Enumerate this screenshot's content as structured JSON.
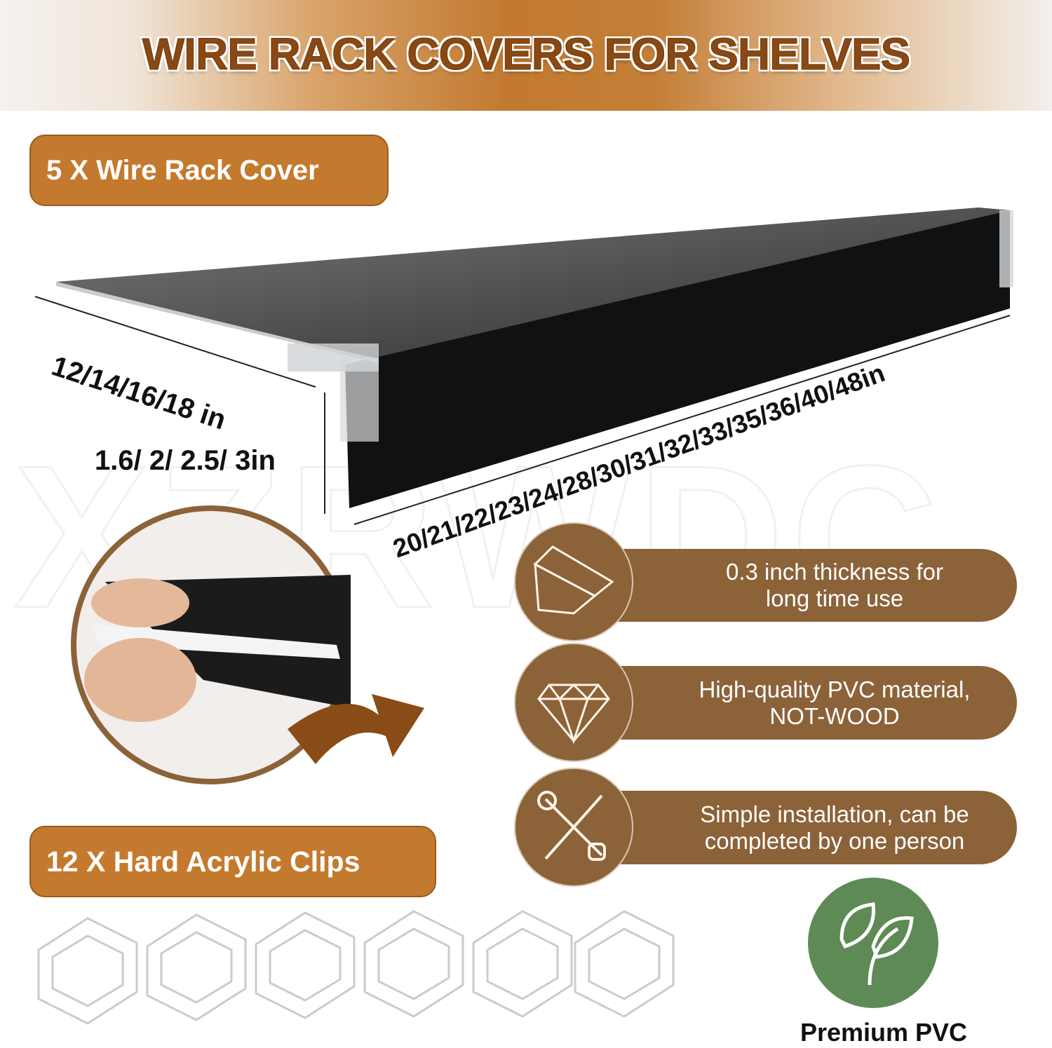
{
  "title": "WIRE RACK COVERS FOR SHELVES",
  "badges": {
    "covers": "5 X Wire Rack Cover",
    "clips": "12 X Hard Acrylic Clips"
  },
  "dimensions": {
    "depth": "12/14/16/18 in",
    "height": "1.6/ 2/ 2.5/ 3in",
    "length": "20/21/22/23/24/28/30/31/32/33/35/36/40/48in"
  },
  "watermark": "XZRWDC",
  "features": [
    {
      "icon": "shelf-corner-icon",
      "line1": "0.3 inch thickness for",
      "line2": "long time use"
    },
    {
      "icon": "diamond-icon",
      "line1": "High-quality PVC material,",
      "line2": "NOT-WOOD"
    },
    {
      "icon": "tools-icon",
      "line1": "Simple installation, can be",
      "line2": "completed by one person"
    }
  ],
  "premium": {
    "label": "Premium PVC",
    "icon": "leaf-icon",
    "color": "#5e8a55"
  },
  "colors": {
    "accent": "#c47a2e",
    "feature": "#8c6239",
    "title": "#8a4812"
  }
}
